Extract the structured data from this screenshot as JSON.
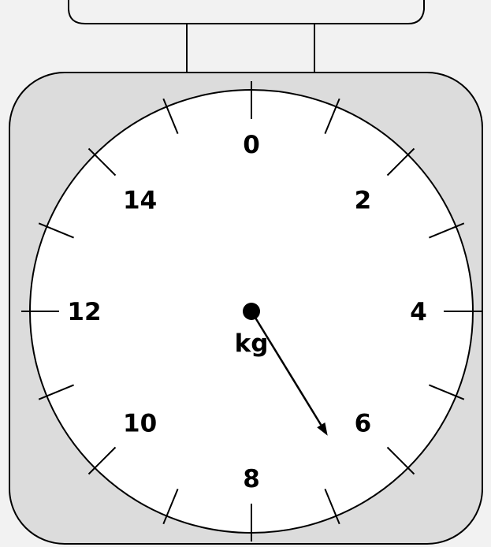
{
  "scale": {
    "unit": "kg",
    "dial_labels": [
      "0",
      "2",
      "4",
      "6",
      "8",
      "10",
      "12",
      "14"
    ],
    "dial_max": 16,
    "needle_reading_kg": 6.6
  },
  "colors": {
    "background": "#f2f2f2",
    "body": "#dcdcdc",
    "dial_face": "#ffffff",
    "stroke": "#000000"
  }
}
